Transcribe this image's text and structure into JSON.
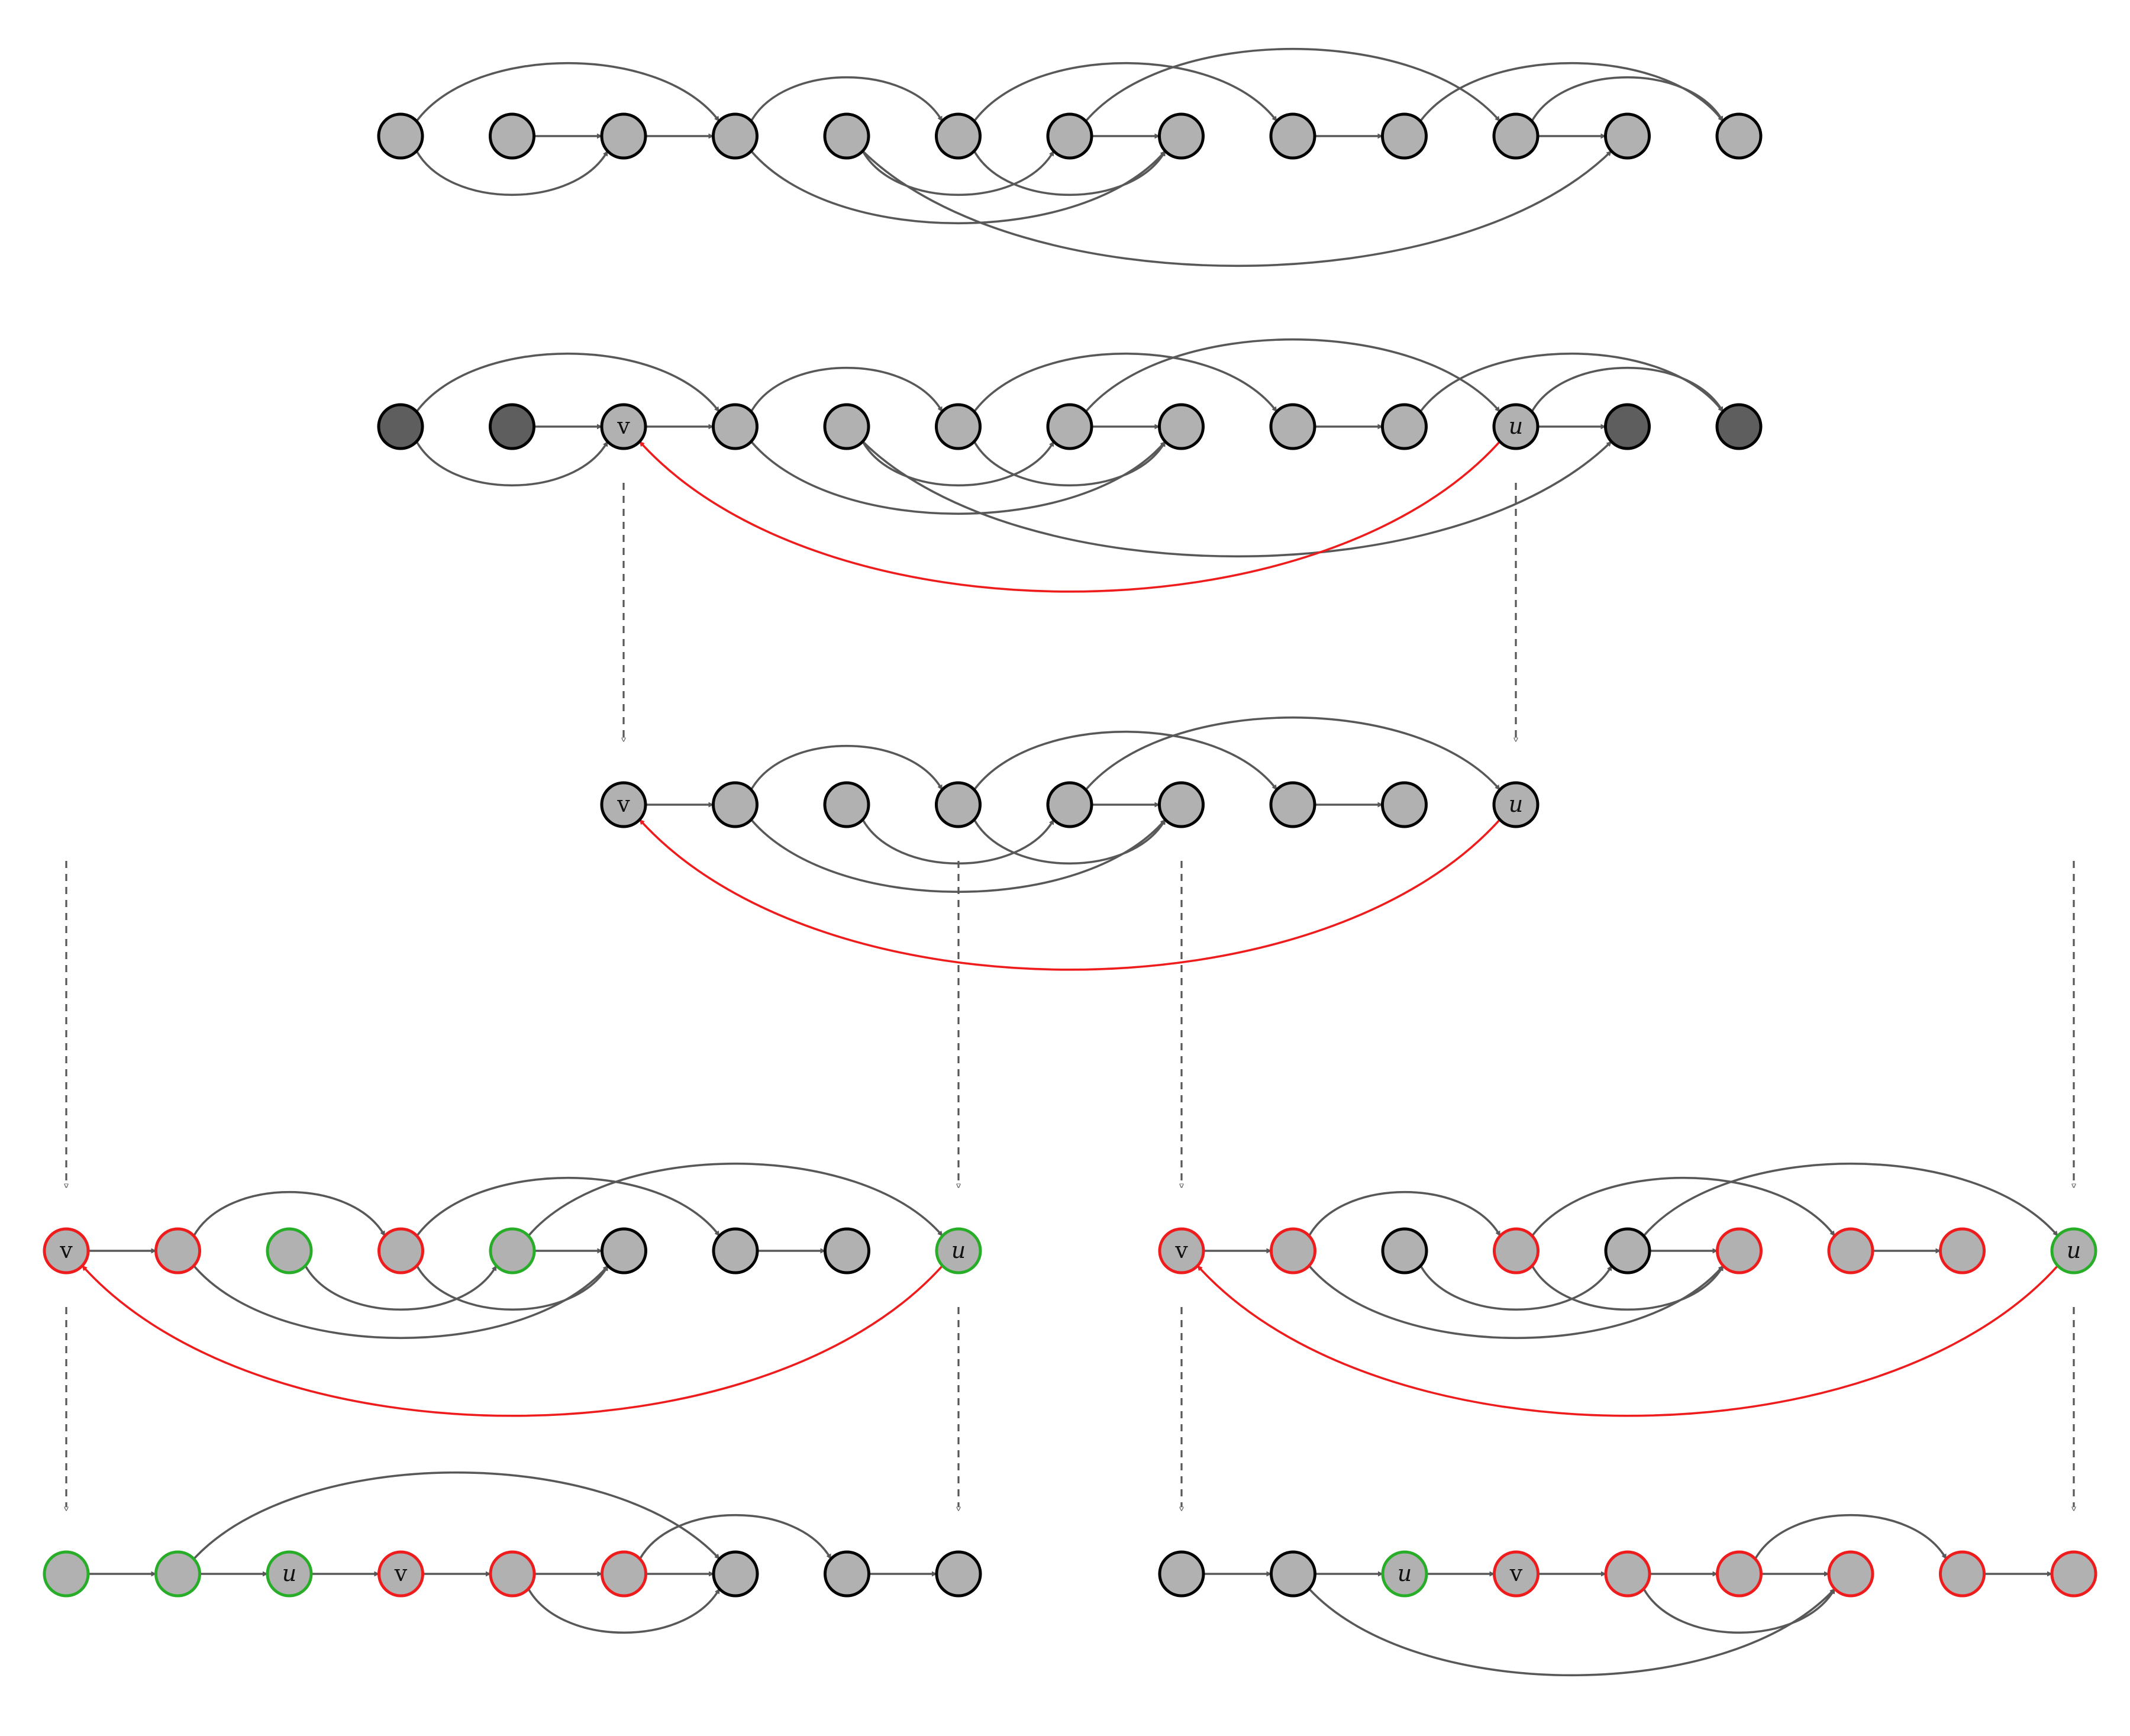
{
  "colors": {
    "node_fill": "#b1b1b1",
    "node_dark_fill": "#5e5e5e",
    "node_stroke": "#000000",
    "red": "#ee1c1c",
    "green": "#27ad27",
    "edge": "#585858",
    "flow": "#585858"
  },
  "rows": [
    {
      "id": "row1",
      "nodes": [
        {
          "id": "a0",
          "s": "k",
          "f": "g"
        },
        {
          "id": "a1",
          "s": "k",
          "f": "g"
        },
        {
          "id": "a2",
          "s": "k",
          "f": "g"
        },
        {
          "id": "a3",
          "s": "k",
          "f": "g"
        },
        {
          "id": "a4",
          "s": "k",
          "f": "g"
        },
        {
          "id": "a5",
          "s": "k",
          "f": "g"
        },
        {
          "id": "a6",
          "s": "k",
          "f": "g"
        },
        {
          "id": "a7",
          "s": "k",
          "f": "g"
        },
        {
          "id": "a8",
          "s": "k",
          "f": "g"
        },
        {
          "id": "a9",
          "s": "k",
          "f": "g"
        },
        {
          "id": "a10",
          "s": "k",
          "f": "g"
        },
        {
          "id": "a11",
          "s": "k",
          "f": "g"
        },
        {
          "id": "a12",
          "s": "k",
          "f": "g"
        }
      ],
      "edges": [
        {
          "from": "a1",
          "to": "a2"
        },
        {
          "from": "a2",
          "to": "a3"
        },
        {
          "from": "a6",
          "to": "a7"
        },
        {
          "from": "a8",
          "to": "a9"
        },
        {
          "from": "a10",
          "to": "a11"
        },
        {
          "from": "a0",
          "to": "a3"
        },
        {
          "from": "a3",
          "to": "a5"
        },
        {
          "from": "a5",
          "to": "a8"
        },
        {
          "from": "a6",
          "to": "a10"
        },
        {
          "from": "a9",
          "to": "a12"
        },
        {
          "from": "a10",
          "to": "a12"
        },
        {
          "from": "a0",
          "to": "a2"
        },
        {
          "from": "a4",
          "to": "a6"
        },
        {
          "from": "a5",
          "to": "a7"
        },
        {
          "from": "a3",
          "to": "a7"
        },
        {
          "from": "a4",
          "to": "a11"
        }
      ]
    },
    {
      "id": "row2",
      "nodes": [
        {
          "id": "b0",
          "s": "k",
          "f": "d"
        },
        {
          "id": "b1",
          "s": "k",
          "f": "d"
        },
        {
          "id": "b2",
          "s": "k",
          "f": "g",
          "label": "v"
        },
        {
          "id": "b3",
          "s": "k",
          "f": "g"
        },
        {
          "id": "b4",
          "s": "k",
          "f": "g"
        },
        {
          "id": "b5",
          "s": "k",
          "f": "g"
        },
        {
          "id": "b6",
          "s": "k",
          "f": "g"
        },
        {
          "id": "b7",
          "s": "k",
          "f": "g"
        },
        {
          "id": "b8",
          "s": "k",
          "f": "g"
        },
        {
          "id": "b9",
          "s": "k",
          "f": "g"
        },
        {
          "id": "b10",
          "s": "k",
          "f": "g",
          "label": "u",
          "italic": true
        },
        {
          "id": "b11",
          "s": "k",
          "f": "d"
        },
        {
          "id": "b12",
          "s": "k",
          "f": "d"
        }
      ],
      "edges": [
        {
          "from": "b1",
          "to": "b2"
        },
        {
          "from": "b2",
          "to": "b3"
        },
        {
          "from": "b6",
          "to": "b7"
        },
        {
          "from": "b8",
          "to": "b9"
        },
        {
          "from": "b10",
          "to": "b11"
        },
        {
          "from": "b0",
          "to": "b3"
        },
        {
          "from": "b3",
          "to": "b5"
        },
        {
          "from": "b5",
          "to": "b8"
        },
        {
          "from": "b6",
          "to": "b10"
        },
        {
          "from": "b9",
          "to": "b12"
        },
        {
          "from": "b10",
          "to": "b12"
        },
        {
          "from": "b0",
          "to": "b2"
        },
        {
          "from": "b4",
          "to": "b6"
        },
        {
          "from": "b5",
          "to": "b7"
        },
        {
          "from": "b3",
          "to": "b7"
        },
        {
          "from": "b4",
          "to": "b11"
        },
        {
          "from": "b10",
          "to": "b2",
          "color": "red"
        }
      ]
    },
    {
      "id": "row3",
      "nodes": [
        {
          "id": "c2",
          "s": "k",
          "f": "g",
          "label": "v"
        },
        {
          "id": "c3",
          "s": "k",
          "f": "g"
        },
        {
          "id": "c4",
          "s": "k",
          "f": "g"
        },
        {
          "id": "c5",
          "s": "k",
          "f": "g"
        },
        {
          "id": "c6",
          "s": "k",
          "f": "g"
        },
        {
          "id": "c7",
          "s": "k",
          "f": "g"
        },
        {
          "id": "c8",
          "s": "k",
          "f": "g"
        },
        {
          "id": "c9",
          "s": "k",
          "f": "g"
        },
        {
          "id": "c10",
          "s": "k",
          "f": "g",
          "label": "u",
          "italic": true
        }
      ],
      "edges": [
        {
          "from": "c2",
          "to": "c3"
        },
        {
          "from": "c6",
          "to": "c7"
        },
        {
          "from": "c8",
          "to": "c9"
        },
        {
          "from": "c3",
          "to": "c5"
        },
        {
          "from": "c5",
          "to": "c8"
        },
        {
          "from": "c6",
          "to": "c10"
        },
        {
          "from": "c4",
          "to": "c6"
        },
        {
          "from": "c5",
          "to": "c7"
        },
        {
          "from": "c3",
          "to": "c7"
        },
        {
          "from": "c10",
          "to": "c2",
          "color": "red"
        }
      ]
    },
    {
      "id": "row4left",
      "nodes": [
        {
          "id": "d0",
          "s": "r",
          "f": "g",
          "label": "v"
        },
        {
          "id": "d1",
          "s": "r",
          "f": "g"
        },
        {
          "id": "d2",
          "s": "gr",
          "f": "g"
        },
        {
          "id": "d3",
          "s": "r",
          "f": "g"
        },
        {
          "id": "d4",
          "s": "gr",
          "f": "g"
        },
        {
          "id": "d5",
          "s": "k",
          "f": "g"
        },
        {
          "id": "d6",
          "s": "k",
          "f": "g"
        },
        {
          "id": "d7",
          "s": "k",
          "f": "g"
        },
        {
          "id": "d8",
          "s": "gr",
          "f": "g",
          "label": "u",
          "italic": true
        }
      ],
      "edges": [
        {
          "from": "d0",
          "to": "d1"
        },
        {
          "from": "d4",
          "to": "d5"
        },
        {
          "from": "d6",
          "to": "d7"
        },
        {
          "from": "d1",
          "to": "d3"
        },
        {
          "from": "d3",
          "to": "d6"
        },
        {
          "from": "d4",
          "to": "d8"
        },
        {
          "from": "d2",
          "to": "d4"
        },
        {
          "from": "d3",
          "to": "d5"
        },
        {
          "from": "d1",
          "to": "d5"
        },
        {
          "from": "d8",
          "to": "d0",
          "color": "red"
        }
      ]
    },
    {
      "id": "row4right",
      "nodes": [
        {
          "id": "e0",
          "s": "r",
          "f": "g",
          "label": "v"
        },
        {
          "id": "e1",
          "s": "r",
          "f": "g"
        },
        {
          "id": "e2",
          "s": "k",
          "f": "g"
        },
        {
          "id": "e3",
          "s": "r",
          "f": "g"
        },
        {
          "id": "e4",
          "s": "k",
          "f": "g"
        },
        {
          "id": "e5",
          "s": "r",
          "f": "g"
        },
        {
          "id": "e6",
          "s": "r",
          "f": "g"
        },
        {
          "id": "e7",
          "s": "r",
          "f": "g"
        },
        {
          "id": "e8",
          "s": "gr",
          "f": "g",
          "label": "u",
          "italic": true
        }
      ],
      "edges": [
        {
          "from": "e0",
          "to": "e1"
        },
        {
          "from": "e4",
          "to": "e5"
        },
        {
          "from": "e6",
          "to": "e7"
        },
        {
          "from": "e1",
          "to": "e3"
        },
        {
          "from": "e3",
          "to": "e6"
        },
        {
          "from": "e4",
          "to": "e8"
        },
        {
          "from": "e2",
          "to": "e4"
        },
        {
          "from": "e3",
          "to": "e5"
        },
        {
          "from": "e1",
          "to": "e5"
        },
        {
          "from": "e8",
          "to": "e0",
          "color": "red"
        }
      ]
    },
    {
      "id": "row5left",
      "nodes": [
        {
          "id": "f0",
          "s": "gr",
          "f": "g"
        },
        {
          "id": "f1",
          "s": "gr",
          "f": "g"
        },
        {
          "id": "f2",
          "s": "gr",
          "f": "g",
          "label": "u",
          "italic": true
        },
        {
          "id": "f3",
          "s": "r",
          "f": "g",
          "label": "v"
        },
        {
          "id": "f4",
          "s": "r",
          "f": "g"
        },
        {
          "id": "f5",
          "s": "r",
          "f": "g"
        },
        {
          "id": "f6",
          "s": "k",
          "f": "g"
        },
        {
          "id": "f7",
          "s": "k",
          "f": "g"
        },
        {
          "id": "f8",
          "s": "k",
          "f": "g"
        }
      ],
      "edges": [
        {
          "from": "f0",
          "to": "f1"
        },
        {
          "from": "f1",
          "to": "f2"
        },
        {
          "from": "f2",
          "to": "f3"
        },
        {
          "from": "f3",
          "to": "f4"
        },
        {
          "from": "f4",
          "to": "f5"
        },
        {
          "from": "f5",
          "to": "f6"
        },
        {
          "from": "f7",
          "to": "f8"
        },
        {
          "from": "f1",
          "to": "f6"
        },
        {
          "from": "f5",
          "to": "f7"
        },
        {
          "from": "f4",
          "to": "f6"
        }
      ]
    },
    {
      "id": "row5right",
      "nodes": [
        {
          "id": "h0",
          "s": "k",
          "f": "g"
        },
        {
          "id": "h1",
          "s": "k",
          "f": "g"
        },
        {
          "id": "h2",
          "s": "gr",
          "f": "g",
          "label": "u",
          "italic": true
        },
        {
          "id": "h3",
          "s": "r",
          "f": "g",
          "label": "v"
        },
        {
          "id": "h4",
          "s": "r",
          "f": "g"
        },
        {
          "id": "h5",
          "s": "r",
          "f": "g"
        },
        {
          "id": "h6",
          "s": "r",
          "f": "g"
        },
        {
          "id": "h7",
          "s": "r",
          "f": "g"
        },
        {
          "id": "h8",
          "s": "r",
          "f": "g"
        }
      ],
      "edges": [
        {
          "from": "h0",
          "to": "h1"
        },
        {
          "from": "h1",
          "to": "h2"
        },
        {
          "from": "h2",
          "to": "h3"
        },
        {
          "from": "h3",
          "to": "h4"
        },
        {
          "from": "h4",
          "to": "h5"
        },
        {
          "from": "h5",
          "to": "h6"
        },
        {
          "from": "h7",
          "to": "h8"
        },
        {
          "from": "h5",
          "to": "h7"
        },
        {
          "from": "h4",
          "to": "h6"
        },
        {
          "from": "h1",
          "to": "h6"
        }
      ]
    }
  ],
  "flows": [
    {
      "from": "b2",
      "to": "c2"
    },
    {
      "from": "b10",
      "to": "c10"
    },
    {
      "from": "c2",
      "to": "d0"
    },
    {
      "from": "c5",
      "to": "d8"
    },
    {
      "from": "c2",
      "to": "e0"
    },
    {
      "from": "c10",
      "to": "e8"
    },
    {
      "from": "d0",
      "to": "f0"
    },
    {
      "from": "d8",
      "to": "f8"
    },
    {
      "from": "e0",
      "to": "h0"
    },
    {
      "from": "e8",
      "to": "h8"
    }
  ]
}
